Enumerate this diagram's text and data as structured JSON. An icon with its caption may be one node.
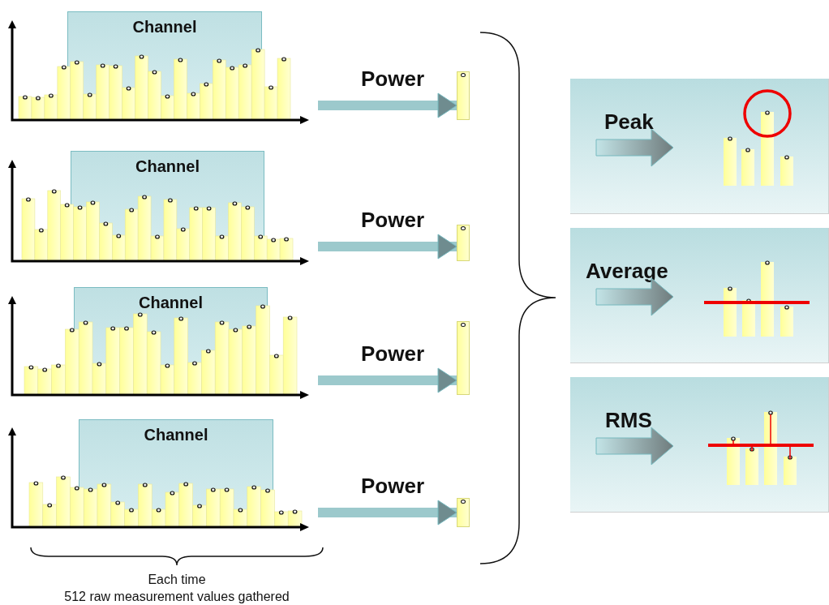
{
  "diagram": {
    "nodes": [
      {
        "text": [
          "Channel"
        ]
      },
      {
        "text": [
          "Channel"
        ]
      },
      {
        "text": [
          "Channel"
        ]
      },
      {
        "text": [
          "Channel"
        ]
      },
      {
        "text": [],
        "shape": "bar"
      },
      {
        "text": [],
        "shape": "bar"
      },
      {
        "text": [],
        "shape": "bar"
      },
      {
        "text": [],
        "shape": "bar"
      },
      {
        "text": [
          "Peak"
        ]
      },
      {
        "text": [
          "Average"
        ]
      },
      {
        "text": [
          "RMS"
        ]
      }
    ],
    "edges": [
      {
        "from": 0,
        "to": 4,
        "arrow": "to",
        "label": "Power"
      },
      {
        "from": 1,
        "to": 5,
        "arrow": "to",
        "label": "Power"
      },
      {
        "from": 2,
        "to": 6,
        "arrow": "to",
        "label": "Power"
      },
      {
        "from": 3,
        "to": 7,
        "arrow": "to",
        "label": "Power"
      }
    ],
    "labels": [
      "Each time",
      "512 raw measurement values gathered"
    ]
  }
}
